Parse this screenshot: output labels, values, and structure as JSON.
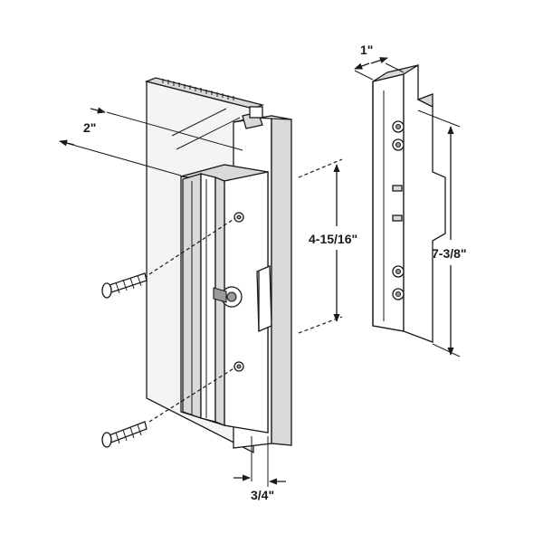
{
  "dimensions": {
    "bezel_width": "2\"",
    "keeper_width": "1\"",
    "hole_spacing": "4-15/16\"",
    "keeper_length": "7-3/8\"",
    "thickness": "3/4\""
  },
  "colors": {
    "line": "#1a1a1a",
    "shade": "#d9d9d9",
    "background": "#ffffff"
  }
}
